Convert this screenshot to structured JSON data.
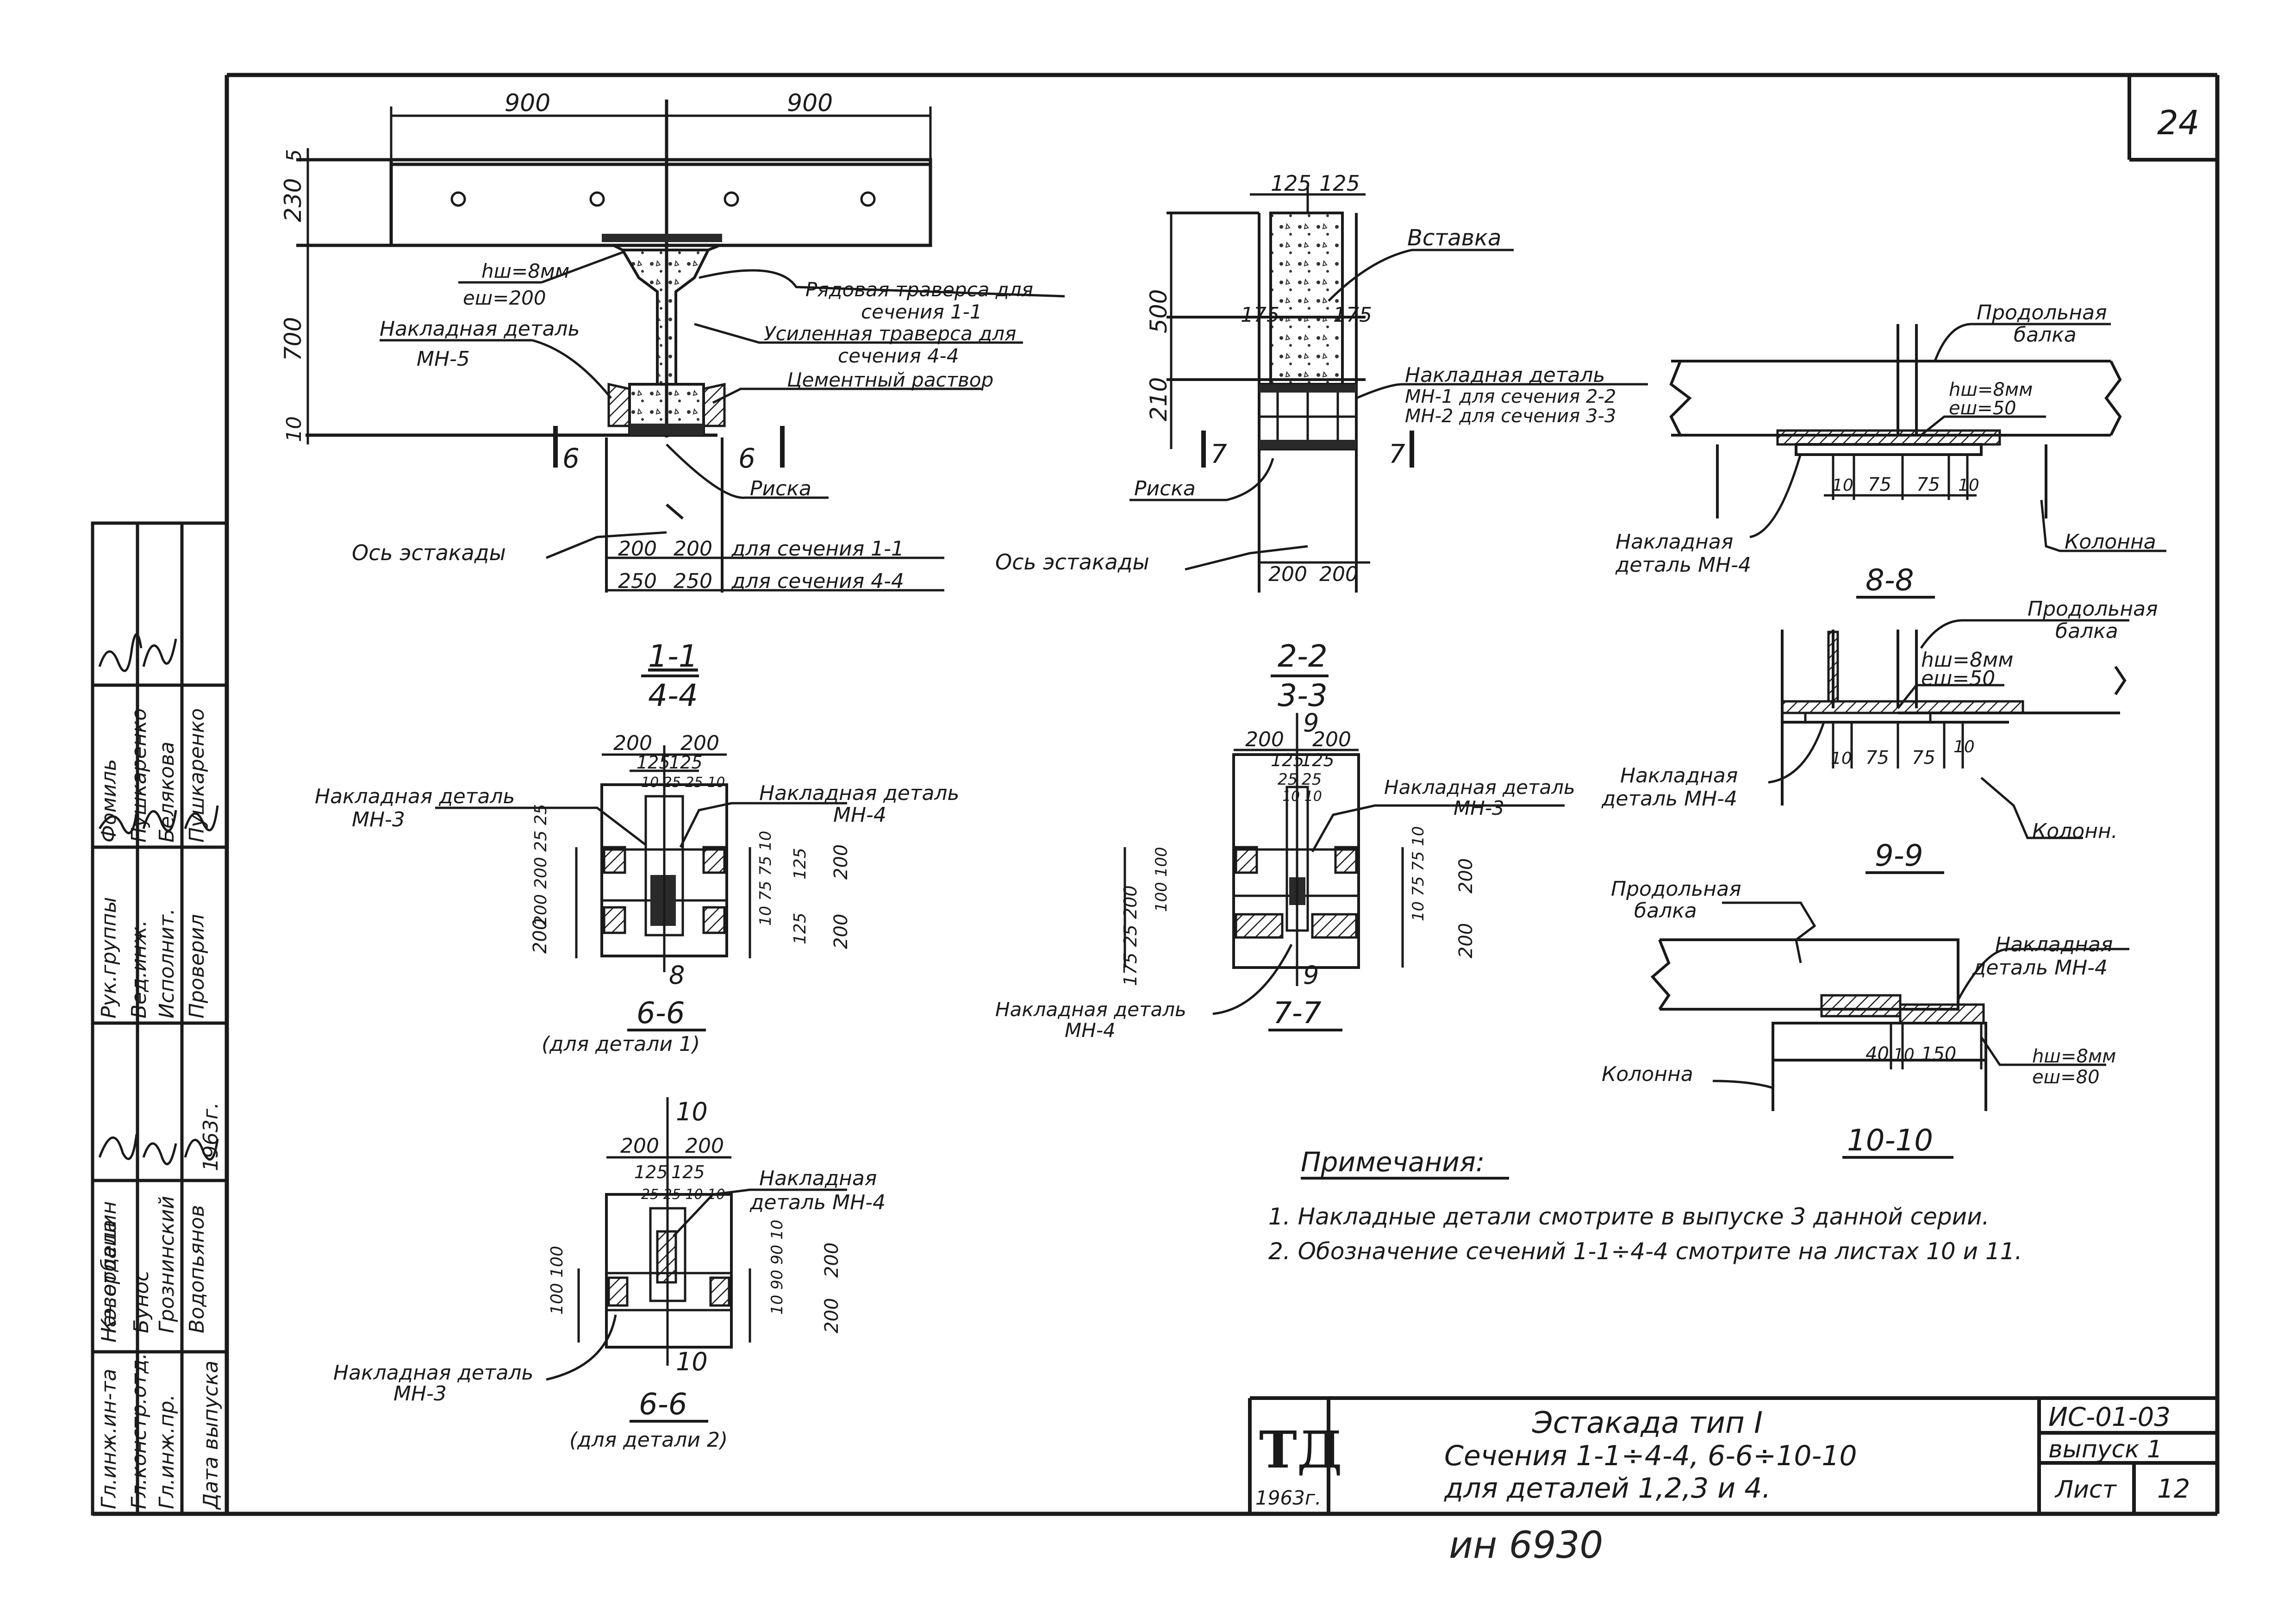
{
  "sheet": {
    "sheet_number_top": "24",
    "handwritten_inventory": "ин 6930"
  },
  "side_stamp": {
    "roles": [
      "Гл.инж.ин-та",
      "Нач.отдела",
      "Гл.констр.отд.",
      "Гл.инж.пр.",
      "Дата выпуска",
      "Рук.группы",
      "Вед.инж.",
      "Исполнит.",
      "Проверил"
    ],
    "names": [
      "Кэзербашин",
      "Бунос",
      "Грознинский",
      "Водопьянов",
      "1963г.",
      "Фомиль",
      "Пушкаренко",
      "Белякова",
      "Пушкаренко"
    ],
    "role_header": "Рук.группы",
    "name_header": "Фомиль"
  },
  "view_top_left": {
    "dim_900_left": "900",
    "dim_900_right": "900",
    "dim_230": "230",
    "dim_5": "5",
    "dim_700": "700",
    "dim_10": "10",
    "weld_h": "hш=8мм",
    "weld_l": "еш=200",
    "label_overlay": "Накладная деталь",
    "label_overlay_mark": "МН-5",
    "label_ordinary_1": "Рядовая траверса для",
    "label_ordinary_2": "сечения 1-1",
    "label_reinf_1": "Усиленная траверса для",
    "label_reinf_2": "сечения 4-4",
    "label_mortar": "Цементный раствор",
    "label_risk": "Риска",
    "label_axis": "Ось эстакады",
    "dim_200a": "200",
    "dim_200b": "200",
    "for_section_1": "для сечения 1-1",
    "dim_250a": "250",
    "dim_250b": "250",
    "for_section_4": "для сечения 4-4",
    "cut_6": "6",
    "section_title_top": "1-1",
    "section_title_bot": "4-4"
  },
  "view_top_mid": {
    "dim_125a": "125",
    "dim_125b": "125",
    "dim_500": "500",
    "dim_175a": "175",
    "dim_175b": "175",
    "dim_210": "210",
    "label_insert": "Вставка",
    "label_overlay_1": "Накладная деталь",
    "label_overlay_2": "МН-1 для сечения 2-2",
    "label_overlay_3": "МН-2 для сечения 3-3",
    "label_risk": "Риска",
    "label_axis": "Ось эстакады",
    "dim_200a": "200",
    "dim_200b": "200",
    "cut_7": "7",
    "section_title_top": "2-2",
    "section_title_bot": "3-3"
  },
  "view_8_8": {
    "label_beam_1": "Продольная",
    "label_beam_2": "балка",
    "weld_h": "hш=8мм",
    "weld_l": "еш=50",
    "d10a": "10",
    "d75a": "75",
    "d75b": "75",
    "d10b": "10",
    "label_overlay_1": "Накладная",
    "label_overlay_2": "деталь МН-4",
    "label_column": "Колонна",
    "title": "8-8"
  },
  "view_9_9": {
    "label_beam_1": "Продольная",
    "label_beam_2": "балка",
    "weld_h": "hш=8мм",
    "weld_l": "еш=50",
    "d10a": "10",
    "d75a": "75",
    "d75b": "75",
    "d10b": "10",
    "label_overlay_1": "Накладная",
    "label_overlay_2": "деталь МН-4",
    "label_column": "Колонн.",
    "title": "9-9"
  },
  "view_10_10": {
    "label_beam_1": "Продольная",
    "label_beam_2": "балка",
    "label_overlay_1": "Накладная",
    "label_overlay_2": "деталь МН-4",
    "d40": "40",
    "d10": "10",
    "d150": "150",
    "weld_h": "hш=8мм",
    "weld_l": "еш=80",
    "label_column": "Колонна",
    "title": "10-10"
  },
  "view_6_6_a": {
    "d200a": "200",
    "d200b": "200",
    "d125a": "125",
    "d125b": "125",
    "d_small": "10 25 25 10",
    "label_left_1": "Накладная деталь",
    "label_left_2": "МН-3",
    "label_right_1": "Накладная деталь",
    "label_right_2": "МН-4",
    "left_dims": "200 200 25 25",
    "left_dim_200": "200",
    "right_dims": "10 75 75 10",
    "right_d125a": "125",
    "right_d125b": "125",
    "right_d200a": "200",
    "right_d200b": "200",
    "cut_8": "8",
    "title": "6-6",
    "subtitle": "(для детали 1)"
  },
  "view_7_7": {
    "d200a": "200",
    "d200b": "200",
    "cut_9": "9",
    "d125a": "125",
    "d125b": "125",
    "d25a": "25",
    "d25b": "25",
    "d_small": "10 10",
    "label_right_1": "Накладная деталь",
    "label_right_2": "МН-3",
    "left_dims": "175 25 200",
    "left_dims_2": "100 100",
    "right_dims": "10 75 75 10",
    "right_d200a": "200",
    "right_d200b": "200",
    "label_bottom_1": "Накладная деталь",
    "label_bottom_2": "МН-4",
    "title": "7-7"
  },
  "view_6_6_b": {
    "cut_10": "10",
    "d200a": "200",
    "d200b": "200",
    "d125a": "125",
    "d125b": "125",
    "d_small": "25 25 10 10",
    "label_right_1": "Накладная",
    "label_right_2": "деталь МН-4",
    "left_dims": "100 100",
    "right_dims": "10 90 90 10",
    "right_d200a": "200",
    "right_d200b": "200",
    "label_left_1": "Накладная деталь",
    "label_left_2": "МН-3",
    "title": "6-6",
    "subtitle": "(для детали 2)"
  },
  "notes": {
    "heading": "Примечания:",
    "line1": "1. Накладные детали смотрите в выпуске 3 данной серии.",
    "line2": "2. Обозначение сечений 1-1÷4-4 смотрите на листах 10 и 11."
  },
  "title_block": {
    "logo": "ТД",
    "logo_year": "1963г.",
    "title_line1": "Эстакада тип I",
    "title_line2": "Сечения 1-1÷4-4, 6-6÷10-10",
    "title_line3": "для деталей 1,2,3 и 4.",
    "code": "ИС-01-03",
    "issue": "выпуск 1",
    "sheet_label": "Лист",
    "sheet_value": "12"
  }
}
